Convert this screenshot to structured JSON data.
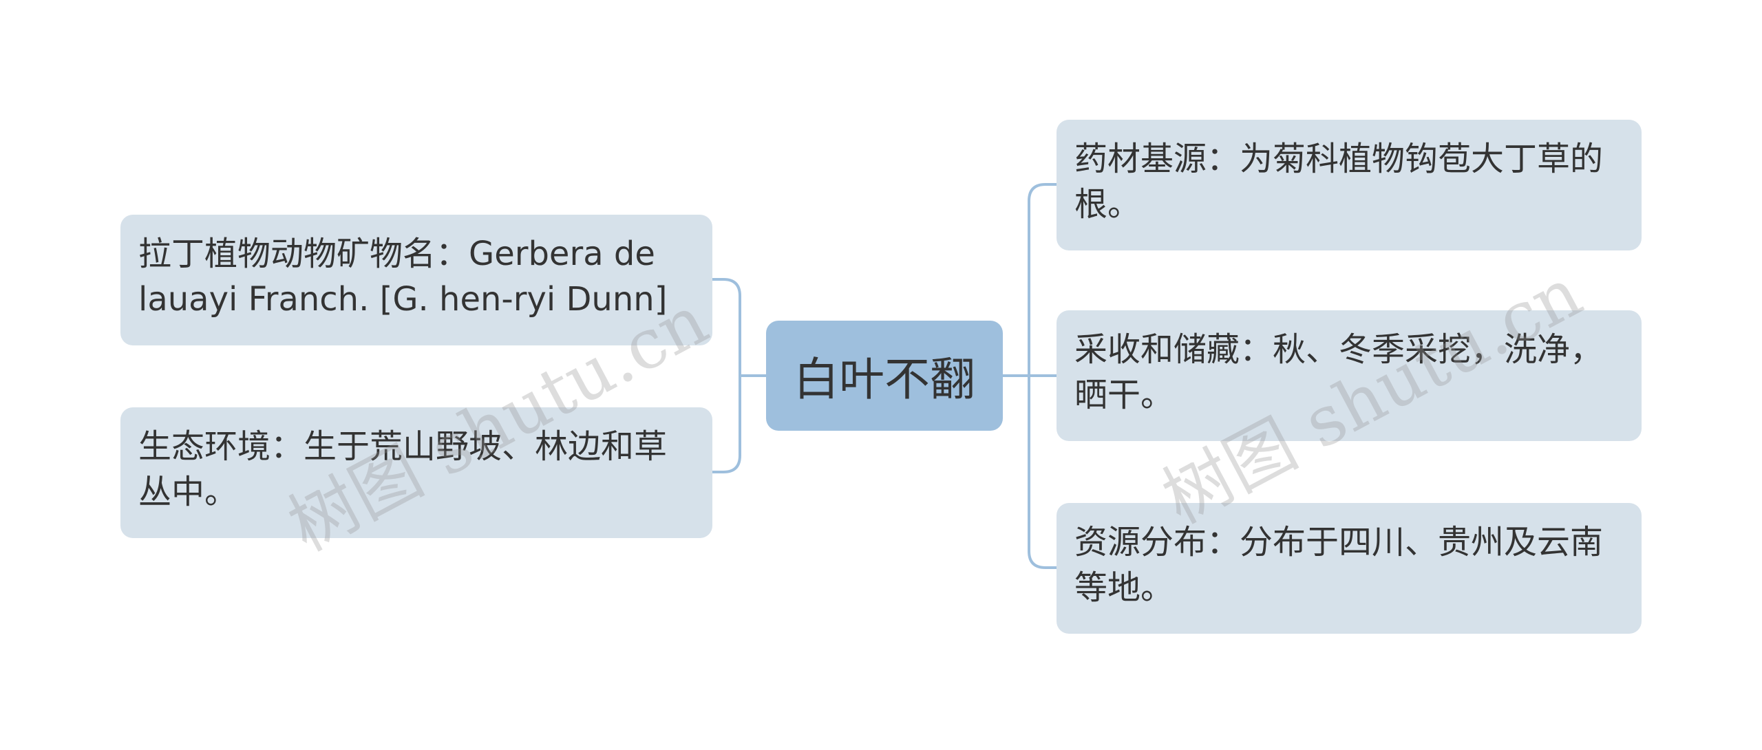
{
  "root": {
    "label": "白叶不翻"
  },
  "left_branches": [
    {
      "label": "拉丁植物动物矿物名：Gerbera de lauayi Franch. [G. hen-ryi Dunn]"
    },
    {
      "label": "生态环境：生于荒山野坡、林边和草丛中。"
    }
  ],
  "right_branches": [
    {
      "label": "药材基源：为菊科植物钩苞大丁草的根。"
    },
    {
      "label": "采收和储藏：秋、冬季采挖，洗净，晒干。"
    },
    {
      "label": "资源分布：分布于四川、贵州及云南等地。"
    }
  ],
  "watermark": {
    "text": "树图 shutu.cn"
  },
  "colors": {
    "root_fill": "#9ebfdd",
    "node_fill": "#d6e1ea",
    "connector": "#9ebfdd",
    "text": "#333333"
  }
}
